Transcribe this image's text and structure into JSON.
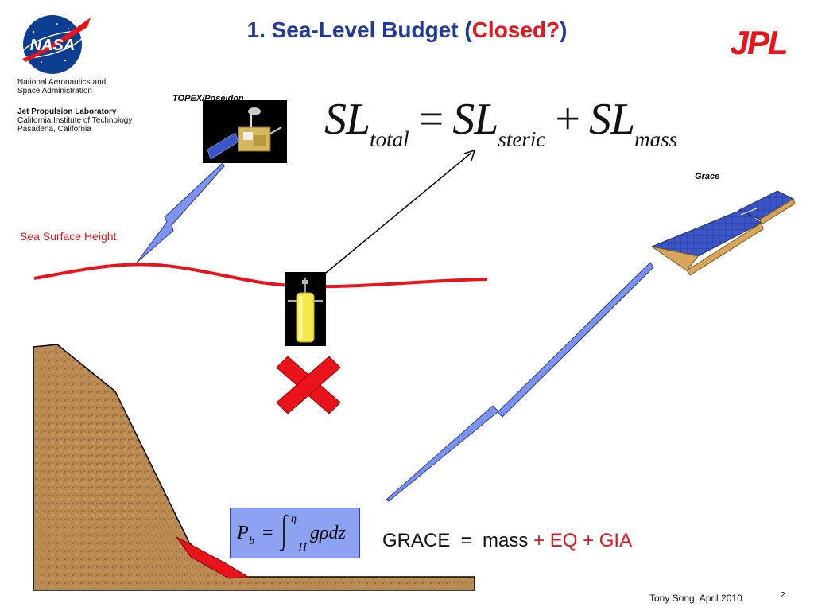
{
  "header": {
    "title_main": "1. Sea-Level Budget (",
    "title_highlight": "Closed?",
    "title_close": ")"
  },
  "logos": {
    "nasa": "NASA",
    "jpl": "JPL"
  },
  "organization": {
    "nasa_line1": "National Aeronautics and",
    "nasa_line2": "Space Administration",
    "jpl_name": "Jet Propulsion Laboratory",
    "jpl_line2": "California Institute of Technology",
    "jpl_line3": "Pasadena, California"
  },
  "labels": {
    "topex": "TOPEX/Poseidon",
    "grace": "Grace",
    "sea_surface_height": "Sea Surface Height"
  },
  "equation": {
    "sl": "SL",
    "total": "total",
    "steric": "steric",
    "mass": "mass",
    "equals": "=",
    "plus": "+"
  },
  "pressure_formula": {
    "p": "P",
    "b": "b",
    "equals": "=",
    "upper": "η",
    "lower": "−H",
    "integrand": "gρdz"
  },
  "grace_equation": {
    "left": "GRACE  =  mass ",
    "red": "+ EQ + GIA"
  },
  "footer": {
    "author": "Tony Song, April 2010",
    "page": "2"
  },
  "colors": {
    "title_blue": "#1f3a99",
    "accent_red": "#e8131b",
    "lightning_blue": "#7b93ee",
    "formula_box": "#8da3f2",
    "soil": "#b88a52"
  }
}
